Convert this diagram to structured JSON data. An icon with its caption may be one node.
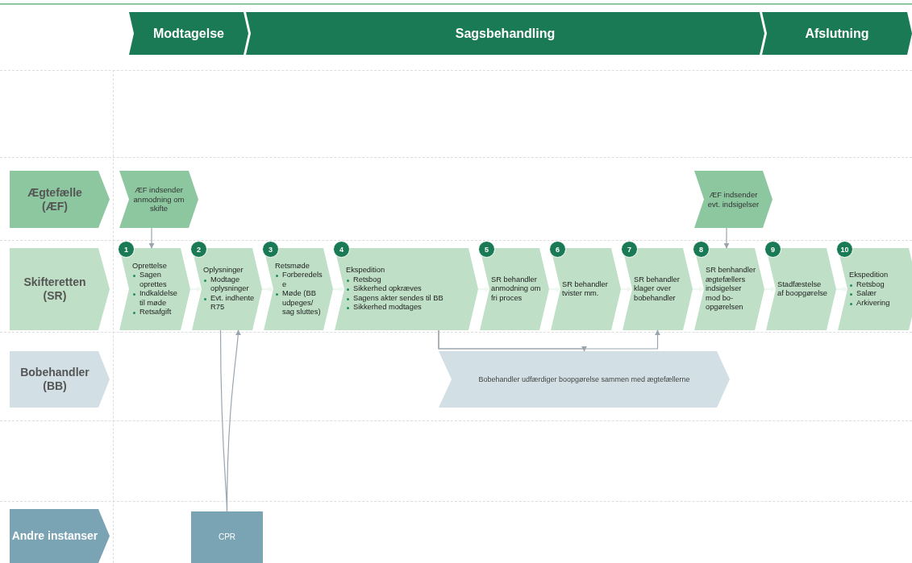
{
  "diagram": {
    "nodes": [
      {
        "text": [
          "Modtagelse"
        ]
      },
      {
        "text": [
          "Sagsbehandling"
        ]
      },
      {
        "text": [
          "Afslutning"
        ]
      },
      {
        "text": [
          "Ægtefælle (ÆF)"
        ]
      },
      {
        "text": [
          "ÆF indsender anmodning om skifte"
        ]
      },
      {
        "text": [
          "ÆF indsender evt. indsigelser"
        ]
      },
      {
        "text": [
          "Skifteretten (SR)"
        ]
      },
      {
        "text": [
          "1",
          "Oprettelse",
          "Sagen oprettes",
          "Indkaldelse til møde",
          "Retsafgift"
        ]
      },
      {
        "text": [
          "2",
          "Oplysninger",
          "Modtage oplysninger",
          "Evt. indhente R75"
        ]
      },
      {
        "text": [
          "3",
          "Retsmøde",
          "Forberedelse",
          "Møde (BB udpeges/ sag sluttes)"
        ]
      },
      {
        "text": [
          "4",
          "Ekspedition",
          "Retsbog",
          "Sikkerhed opkræves",
          "Sagens akter sendes til BB",
          "Sikkerhed modtages"
        ]
      },
      {
        "text": [
          "5",
          "SR behandler anmodning om fri proces"
        ]
      },
      {
        "text": [
          "6",
          "SR behandler tvister mm."
        ]
      },
      {
        "text": [
          "7",
          "SR behandler klager over bobehandler"
        ]
      },
      {
        "text": [
          "8",
          "SR benhandler ægtefællers indsigelser mod bo-opgørelsen"
        ]
      },
      {
        "text": [
          "9",
          "Stadfæstelse af boopgørelse"
        ]
      },
      {
        "text": [
          "10",
          "Ekspedition",
          "Retsbog",
          "Salær",
          "Arkivering"
        ]
      },
      {
        "text": [
          "Bobehandler (BB)"
        ]
      },
      {
        "text": [
          "Bobehandler udfærdiger boopgørelse sammen med ægtefællerne"
        ]
      },
      {
        "text": [
          "Andre instanser"
        ]
      },
      {
        "text": [
          "CPR"
        ]
      }
    ],
    "edges": [
      {
        "from": 4,
        "to": 7,
        "arrow": "to",
        "color": "#9aa5ad"
      },
      {
        "from": 5,
        "to": 14,
        "arrow": "to",
        "color": "#9aa5ad"
      },
      {
        "from": 7,
        "to": 8,
        "arrow": "to"
      },
      {
        "from": 8,
        "to": 9,
        "arrow": "to"
      },
      {
        "from": 9,
        "to": 10,
        "arrow": "to"
      },
      {
        "from": 10,
        "to": 11,
        "arrow": "to"
      },
      {
        "from": 11,
        "to": 12,
        "arrow": "to"
      },
      {
        "from": 12,
        "to": 13,
        "arrow": "to"
      },
      {
        "from": 13,
        "to": 14,
        "arrow": "to"
      },
      {
        "from": 14,
        "to": 15,
        "arrow": "to"
      },
      {
        "from": 15,
        "to": 16,
        "arrow": "to"
      },
      {
        "from": 8,
        "to": 20,
        "arrow": "none",
        "color": "#9aa5ad"
      },
      {
        "from": 20,
        "to": 8,
        "arrow": "to",
        "color": "#9aa5ad"
      },
      {
        "from": 10,
        "to": 18,
        "arrow": "to",
        "color": "#9aa5ad"
      },
      {
        "from": 10,
        "to": 13,
        "arrow": "to",
        "color": "#9aa5ad"
      }
    ]
  }
}
